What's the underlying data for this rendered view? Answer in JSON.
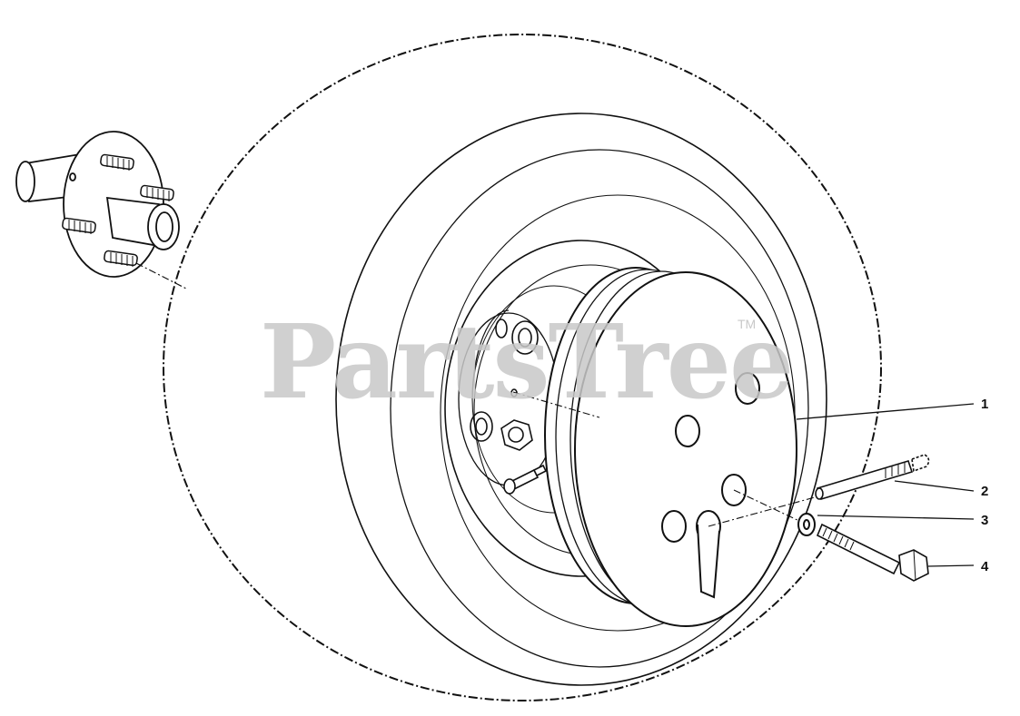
{
  "watermark": {
    "text": "PartsTree",
    "trademark": "TM",
    "color": "#c8c8c8"
  },
  "callouts": [
    {
      "id": "1",
      "label": "1"
    },
    {
      "id": "2",
      "label": "2"
    },
    {
      "id": "3",
      "label": "3"
    },
    {
      "id": "4",
      "label": "4"
    }
  ],
  "colors": {
    "line": "#111111",
    "fill": "#ffffff",
    "background": "#ffffff"
  }
}
